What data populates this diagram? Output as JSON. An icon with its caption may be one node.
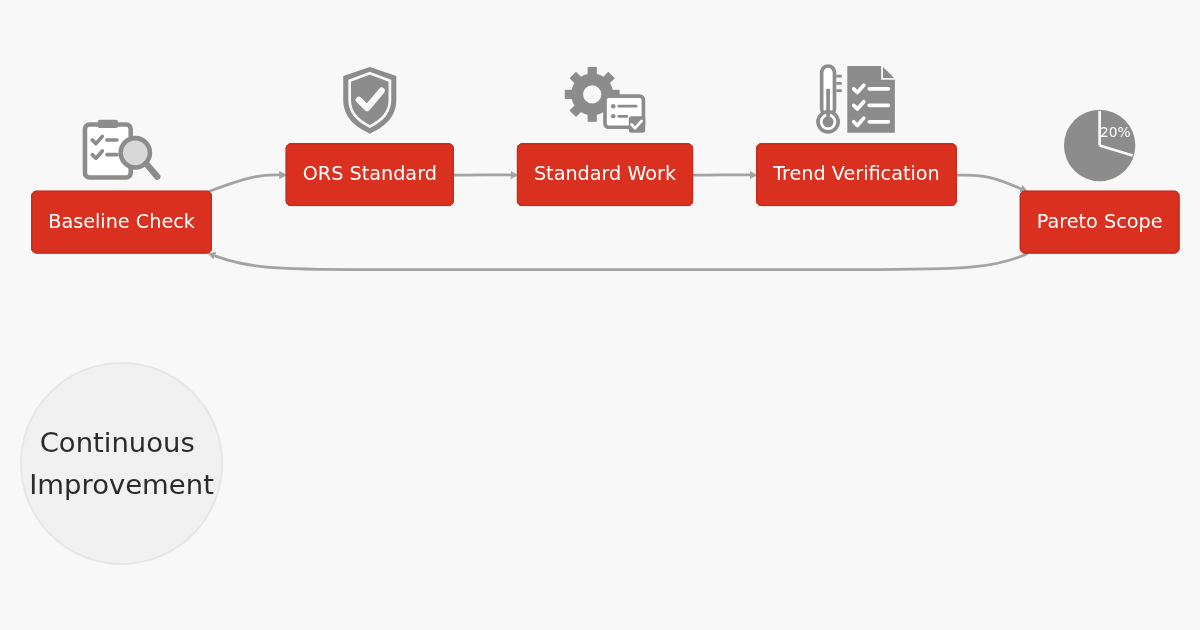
{
  "diagram": {
    "nodes": [
      {
        "text": [
          "Baseline Check"
        ]
      },
      {
        "text": [
          "Pareto Scope"
        ]
      },
      {
        "text": [
          "ORS Standard"
        ]
      },
      {
        "text": [
          "Continuous Improvement"
        ]
      },
      {
        "text": [
          "Trend Verification"
        ]
      },
      {
        "text": [
          "Standard Work"
        ]
      }
    ],
    "edges": [
      {
        "from": 0,
        "to": 2,
        "arrow": "to"
      },
      {
        "from": 2,
        "to": 5,
        "arrow": "to"
      },
      {
        "from": 5,
        "to": 4,
        "arrow": "to"
      },
      {
        "from": 4,
        "to": 1,
        "arrow": "to"
      },
      {
        "from": 1,
        "to": 0,
        "arrow": "to"
      }
    ],
    "labels": [
      "20%"
    ]
  }
}
